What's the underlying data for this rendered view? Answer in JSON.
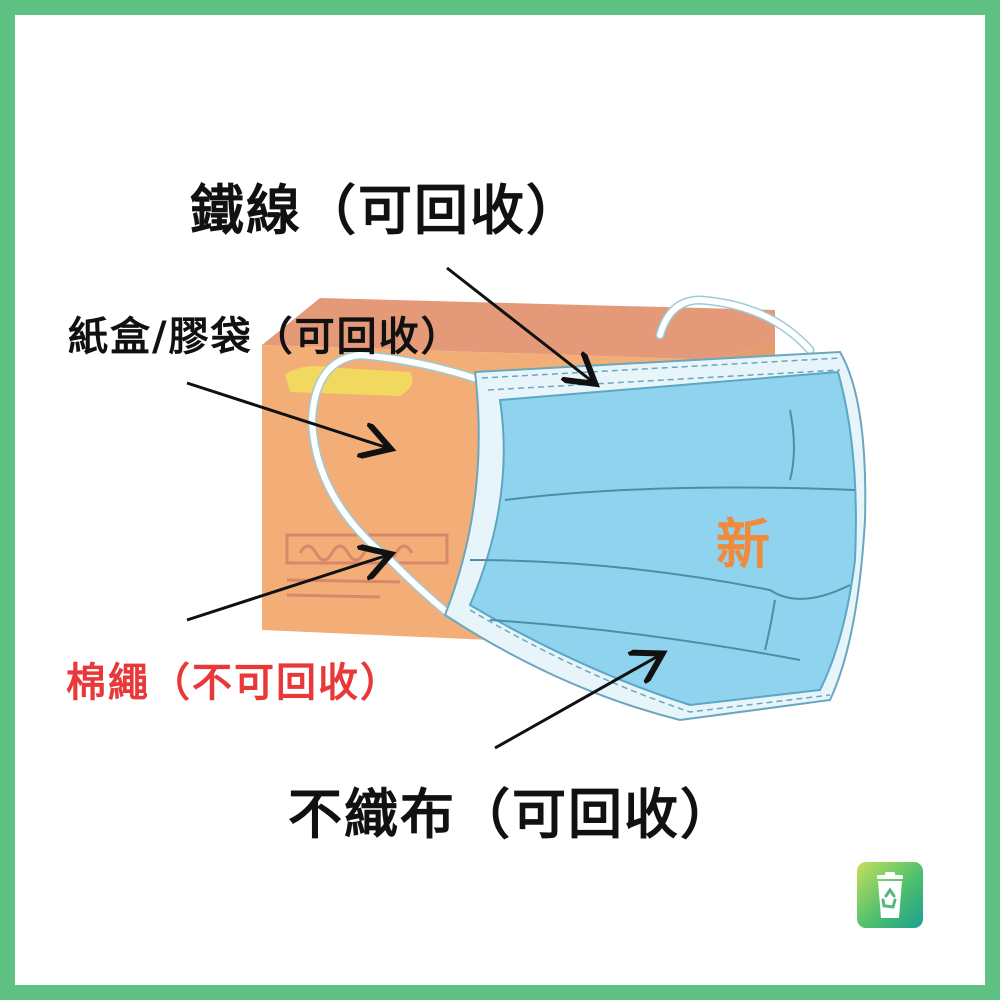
{
  "labels": {
    "wire": "鐵線（可回收）",
    "box_bag": "紙盒/膠袋（可回收）",
    "cotton_string": "棉繩（不可回收）",
    "nonwoven": "不織布（可回收）"
  },
  "mask_mark": "新",
  "icons": {
    "recycle_bin": "recycle-bin-icon"
  },
  "colors": {
    "border": "#5fc083",
    "background": "#ffffff",
    "text": "#111111",
    "non_recyclable": "#e8383a",
    "mark": "#f08a3c",
    "box": "#f3ae78",
    "box_top": "#e49a78",
    "mask": "#8fd3ee",
    "mask_edge": "#e7f5fb"
  }
}
